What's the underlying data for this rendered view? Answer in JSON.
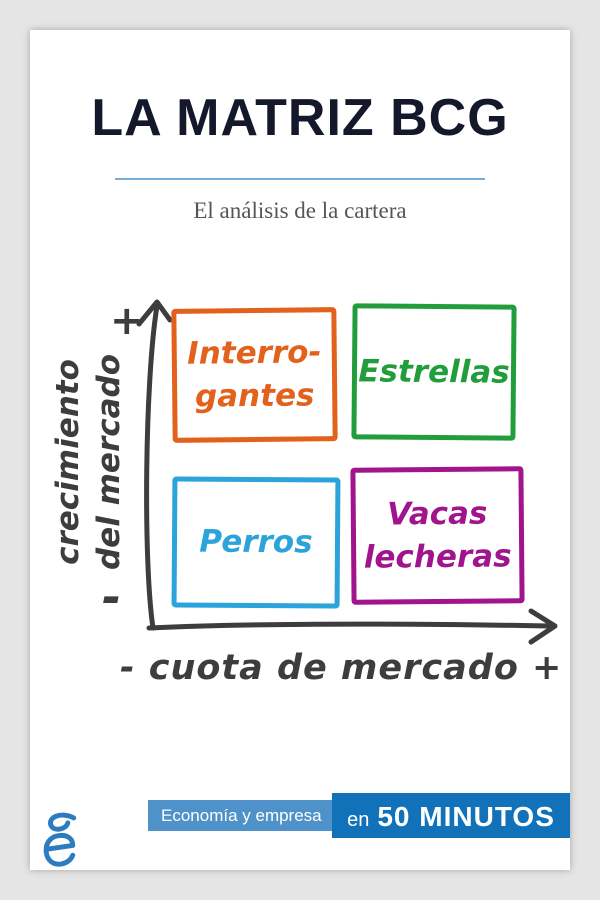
{
  "cover": {
    "title": "LA MATRIZ BCG",
    "subtitle": "El análisis de la cartera"
  },
  "matrix": {
    "axis_color": "#3d3d3d",
    "y_axis": {
      "plus": "+",
      "minus": "-",
      "label_line1": "crecimiento",
      "label_line2": "del mercado"
    },
    "x_axis": {
      "label": "- cuota de mercado +"
    },
    "quadrants": [
      {
        "name": "interrogantes",
        "line1": "Interro-",
        "line2": "gantes",
        "color": "#e2611c",
        "position": "top-left"
      },
      {
        "name": "estrellas",
        "line1": "Estrellas",
        "line2": "",
        "color": "#219e3b",
        "position": "top-right"
      },
      {
        "name": "perros",
        "line1": "Perros",
        "line2": "",
        "color": "#2ba3db",
        "position": "bottom-left"
      },
      {
        "name": "vacas-lecheras",
        "line1": "Vacas",
        "line2": "lecheras",
        "color": "#a0148c",
        "position": "bottom-right"
      }
    ]
  },
  "footer": {
    "category": "Economía y empresa",
    "brand_prefix": "en",
    "brand_name": "50 MINUTOS",
    "logo_icon": "publisher-logo"
  },
  "colors": {
    "title": "#14182b",
    "divider": "#79aed5",
    "subtitle": "#555555",
    "category_badge_bg": "#4e92c9",
    "brand_badge_bg": "#1172b9",
    "logo": "#2e7cc0",
    "page_bg": "#ffffff",
    "backdrop": "#e5e5e5"
  }
}
